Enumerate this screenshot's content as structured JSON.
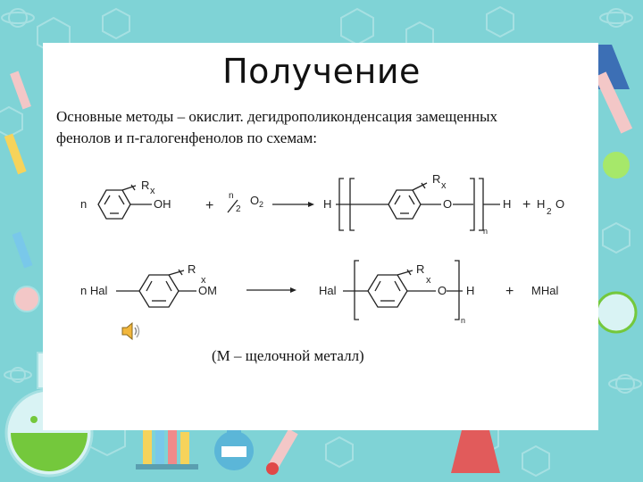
{
  "slide": {
    "title": "Получение",
    "body_line1": "Основные методы – окислит. дегидрополиконденсация замещенных",
    "body_line2": "фенолов и п-галогенфенолов по схемам:",
    "note": "(М – щелочной металл)"
  },
  "scheme1": {
    "coef_n": "n",
    "rx_r": "R",
    "rx_x": "x",
    "oh": "OH",
    "plus1": "+",
    "o2_n": "n",
    "o2_2": "2",
    "o2": "O",
    "o2_sub": "2",
    "h_left": "H",
    "rx2_r": "R",
    "rx2_x": "x",
    "o_link": "O",
    "h_right": "H",
    "n_sub": "n",
    "plus2": "+",
    "h2o_h": "H",
    "h2o_2": "2",
    "h2o_o": "O"
  },
  "scheme2": {
    "nhal": "n Hal",
    "rx_r": "R",
    "rx_x": "x",
    "om": "OM",
    "hal": "Hal",
    "rx2_r": "R",
    "rx2_x": "x",
    "o_link": "O",
    "h": "H",
    "n_sub": "n",
    "plus": "+",
    "mhal": "MHal"
  }
}
